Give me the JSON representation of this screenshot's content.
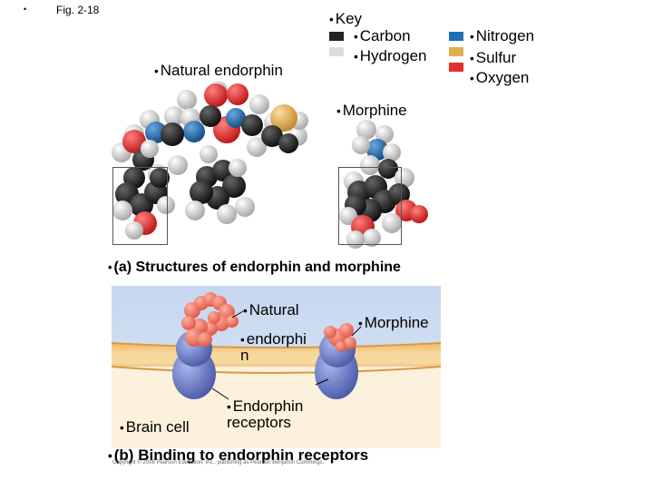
{
  "slide": {
    "bullet_marker": "•",
    "fig_label": "Fig. 2-18"
  },
  "key": {
    "title": "Key",
    "items": [
      {
        "label": "Carbon",
        "color": "#222222"
      },
      {
        "label": "Hydrogen",
        "color": "#dddddd"
      },
      {
        "label": "Nitrogen",
        "color": "#1f6fb5"
      },
      {
        "label": "Sulfur",
        "color": "#e0b050"
      },
      {
        "label": "Oxygen",
        "color": "#e03030"
      }
    ]
  },
  "panel_a": {
    "label_endorphin": "Natural endorphin",
    "label_morphine": "Morphine",
    "caption": "(a) Structures of endorphin and morphine"
  },
  "panel_b": {
    "label_natural": "Natural",
    "label_endorphin_line1": "endorphi",
    "label_endorphin_line2": "n",
    "label_morphine": "Morphine",
    "label_brain_cell": "Brain cell",
    "label_receptors_line1": "Endorphin",
    "label_receptors_line2": "receptors",
    "caption": "(b) Binding to endorphin receptors",
    "copyright": "Copyright © 2008 Pearson Education, Inc., publishing as Pearson Benjamin Cummings."
  },
  "colors": {
    "carbon": "#222222",
    "hydrogen": "#dddddd",
    "nitrogen": "#1f6fb5",
    "sulfur": "#e0b050",
    "oxygen": "#e03030",
    "membrane": "#e8a850",
    "receptor": "#6f7fc8",
    "ligand": "#f07060",
    "extracell": "#c8d8f0"
  }
}
